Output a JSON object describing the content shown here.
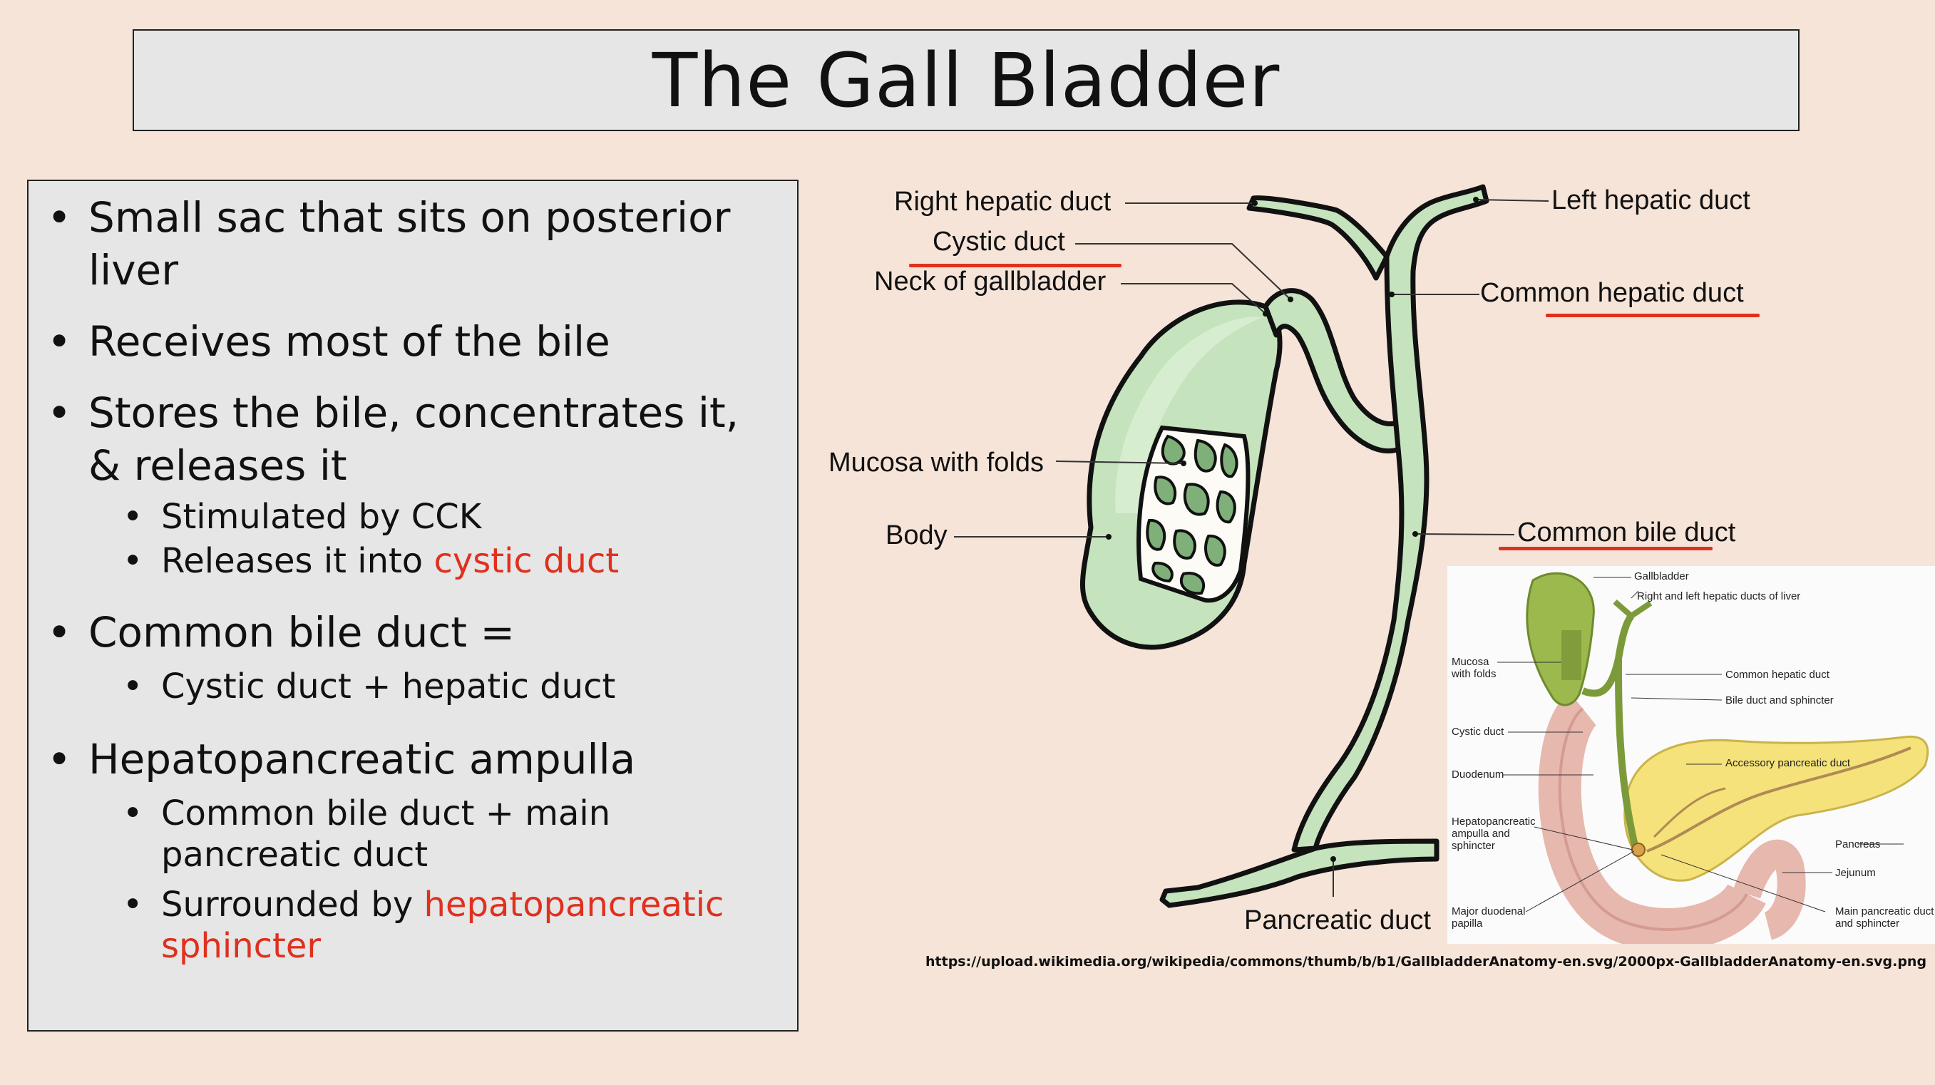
{
  "slide": {
    "title": "The Gall Bladder",
    "bullets": [
      {
        "text": "Small sac that sits on posterior liver"
      },
      {
        "text": "Receives most of the bile"
      },
      {
        "text": "Stores the bile, concentrates it, & releases it",
        "sub": [
          {
            "text": "Stimulated by CCK"
          },
          {
            "text": "Releases it into ",
            "highlight": "cystic duct"
          }
        ]
      },
      {
        "text": "Common bile duct =",
        "sub": [
          {
            "text": "Cystic duct + hepatic duct"
          }
        ]
      },
      {
        "text": "Hepatopancreatic ampulla",
        "sub": [
          {
            "text": "Common bile duct + main pancreatic duct"
          },
          {
            "text": "Surrounded by ",
            "highlight": "hepatopancreatic sphincter"
          }
        ]
      }
    ],
    "highlight_color": "#e0301e"
  },
  "diagram": {
    "labels": {
      "right_hepatic_duct": "Right hepatic duct",
      "cystic_duct": "Cystic duct",
      "neck": "Neck of gallbladder",
      "mucosa": "Mucosa with folds",
      "body": "Body",
      "left_hepatic_duct": "Left hepatic duct",
      "common_hepatic_duct": "Common hepatic duct",
      "common_bile_duct": "Common bile duct",
      "pancreatic_duct": "Pancreatic duct"
    },
    "organ_color": "#c5e3bd",
    "inset_labels": {
      "gallbladder": "Gallbladder",
      "right_left_hepatic": "Right and left hepatic ducts of liver",
      "mucosa": "Mucosa\nwith folds",
      "common_hepatic": "Common hepatic duct",
      "bile_duct_sphincter": "Bile duct and sphincter",
      "cystic": "Cystic duct",
      "duodenum": "Duodenum",
      "accessory": "Accessory pancreatic duct",
      "ampulla": "Hepatopancreatic\nampulla and\nsphincter",
      "pancreas": "Pancreas",
      "jejunum": "Jejunum",
      "papilla": "Major duodenal\npapilla",
      "main_pancreatic": "Main pancreatic duct\nand sphincter"
    },
    "source_url": "https://upload.wikimedia.org/wikipedia/commons/thumb/b/b1/GallbladderAnatomy-en.svg/2000px-GallbladderAnatomy-en.svg.png"
  }
}
